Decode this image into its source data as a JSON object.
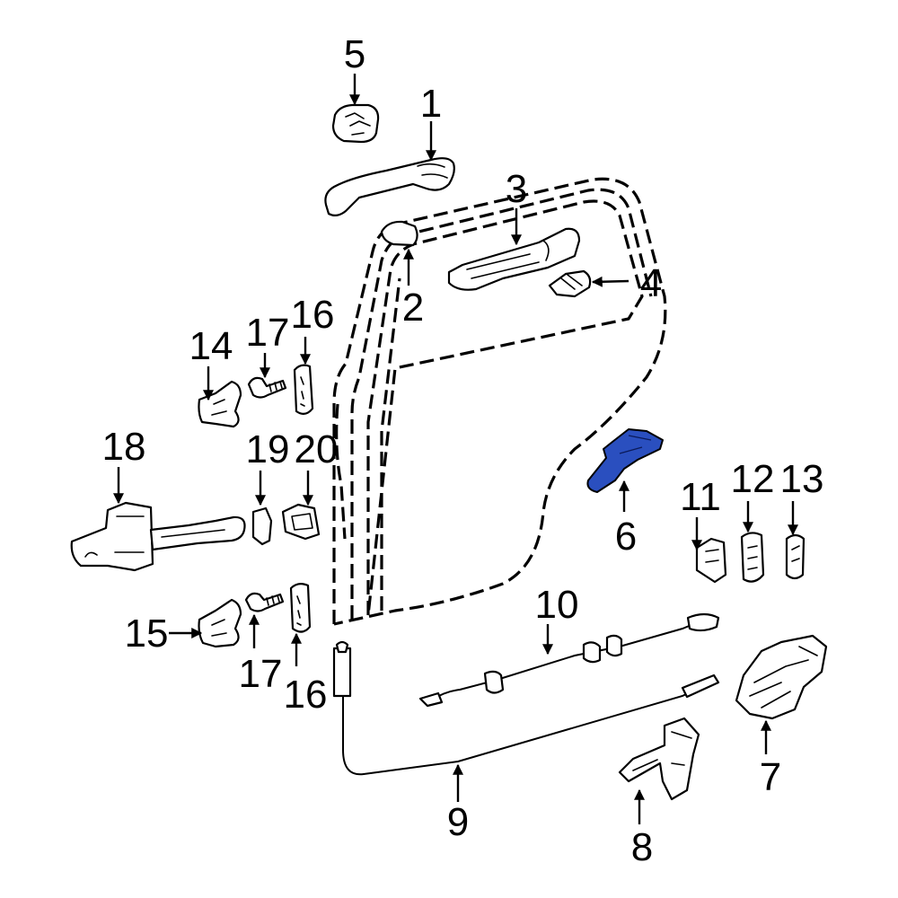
{
  "diagram": {
    "highlight_color": "#2a4fbf",
    "callouts": [
      {
        "id": "c5",
        "text": "5"
      },
      {
        "id": "c1",
        "text": "1"
      },
      {
        "id": "c3",
        "text": "3"
      },
      {
        "id": "c4",
        "text": "4"
      },
      {
        "id": "c2",
        "text": "2"
      },
      {
        "id": "c17a",
        "text": "17"
      },
      {
        "id": "c16a",
        "text": "16"
      },
      {
        "id": "c14",
        "text": "14"
      },
      {
        "id": "c18",
        "text": "18"
      },
      {
        "id": "c19",
        "text": "19"
      },
      {
        "id": "c20",
        "text": "20"
      },
      {
        "id": "c6",
        "text": "6"
      },
      {
        "id": "c11",
        "text": "11"
      },
      {
        "id": "c12",
        "text": "12"
      },
      {
        "id": "c13",
        "text": "13"
      },
      {
        "id": "c10",
        "text": "10"
      },
      {
        "id": "c15",
        "text": "15"
      },
      {
        "id": "c17b",
        "text": "17"
      },
      {
        "id": "c16b",
        "text": "16"
      },
      {
        "id": "c7",
        "text": "7"
      },
      {
        "id": "c9",
        "text": "9"
      },
      {
        "id": "c8",
        "text": "8"
      }
    ]
  }
}
